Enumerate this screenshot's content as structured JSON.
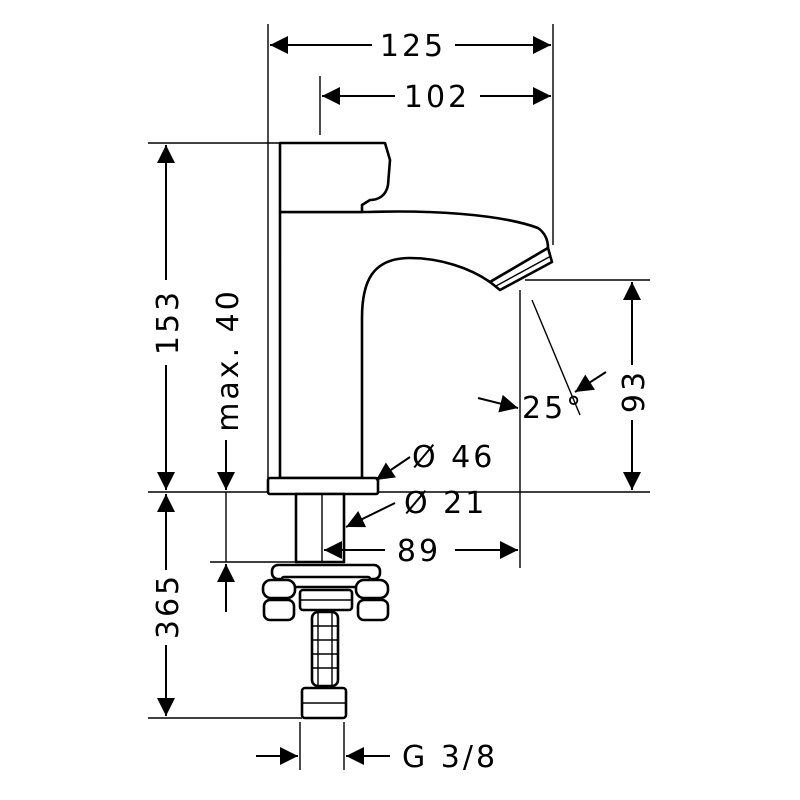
{
  "dimensions": {
    "width_total": "125",
    "width_spout": "102",
    "height_total": "153",
    "max_deck": "max. 40",
    "base_diameter": "Ø 46",
    "shank_diameter": "Ø 21",
    "spout_reach": "89",
    "spout_height": "93",
    "spray_angle": "25°",
    "connection_length": "365",
    "thread": "G 3/8"
  }
}
